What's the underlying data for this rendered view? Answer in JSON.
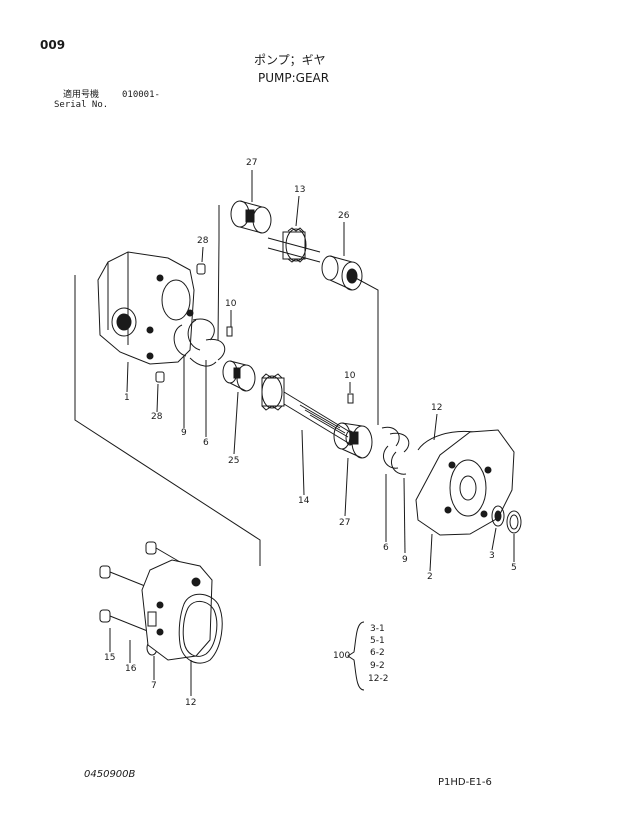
{
  "header": {
    "page_number": "009",
    "title_jp": "ポンプ；ギヤ",
    "title_en": "PUMP:GEAR",
    "applicable_label_jp": "適用号機",
    "serial_range": "010001-",
    "serial_label_en": "Serial No."
  },
  "callouts": [
    "27",
    "13",
    "26",
    "28",
    "10",
    "1",
    "28",
    "9",
    "6",
    "25",
    "10",
    "14",
    "12",
    "27",
    "6",
    "9",
    "2",
    "3",
    "5",
    "15",
    "16",
    "7",
    "12"
  ],
  "kit": {
    "number": "100",
    "items": [
      "3-1",
      "5-1",
      "6-2",
      "9-2",
      "12-2"
    ]
  },
  "footer": {
    "left_code": "0450900B",
    "right_code": "P1HD-E1-6"
  }
}
